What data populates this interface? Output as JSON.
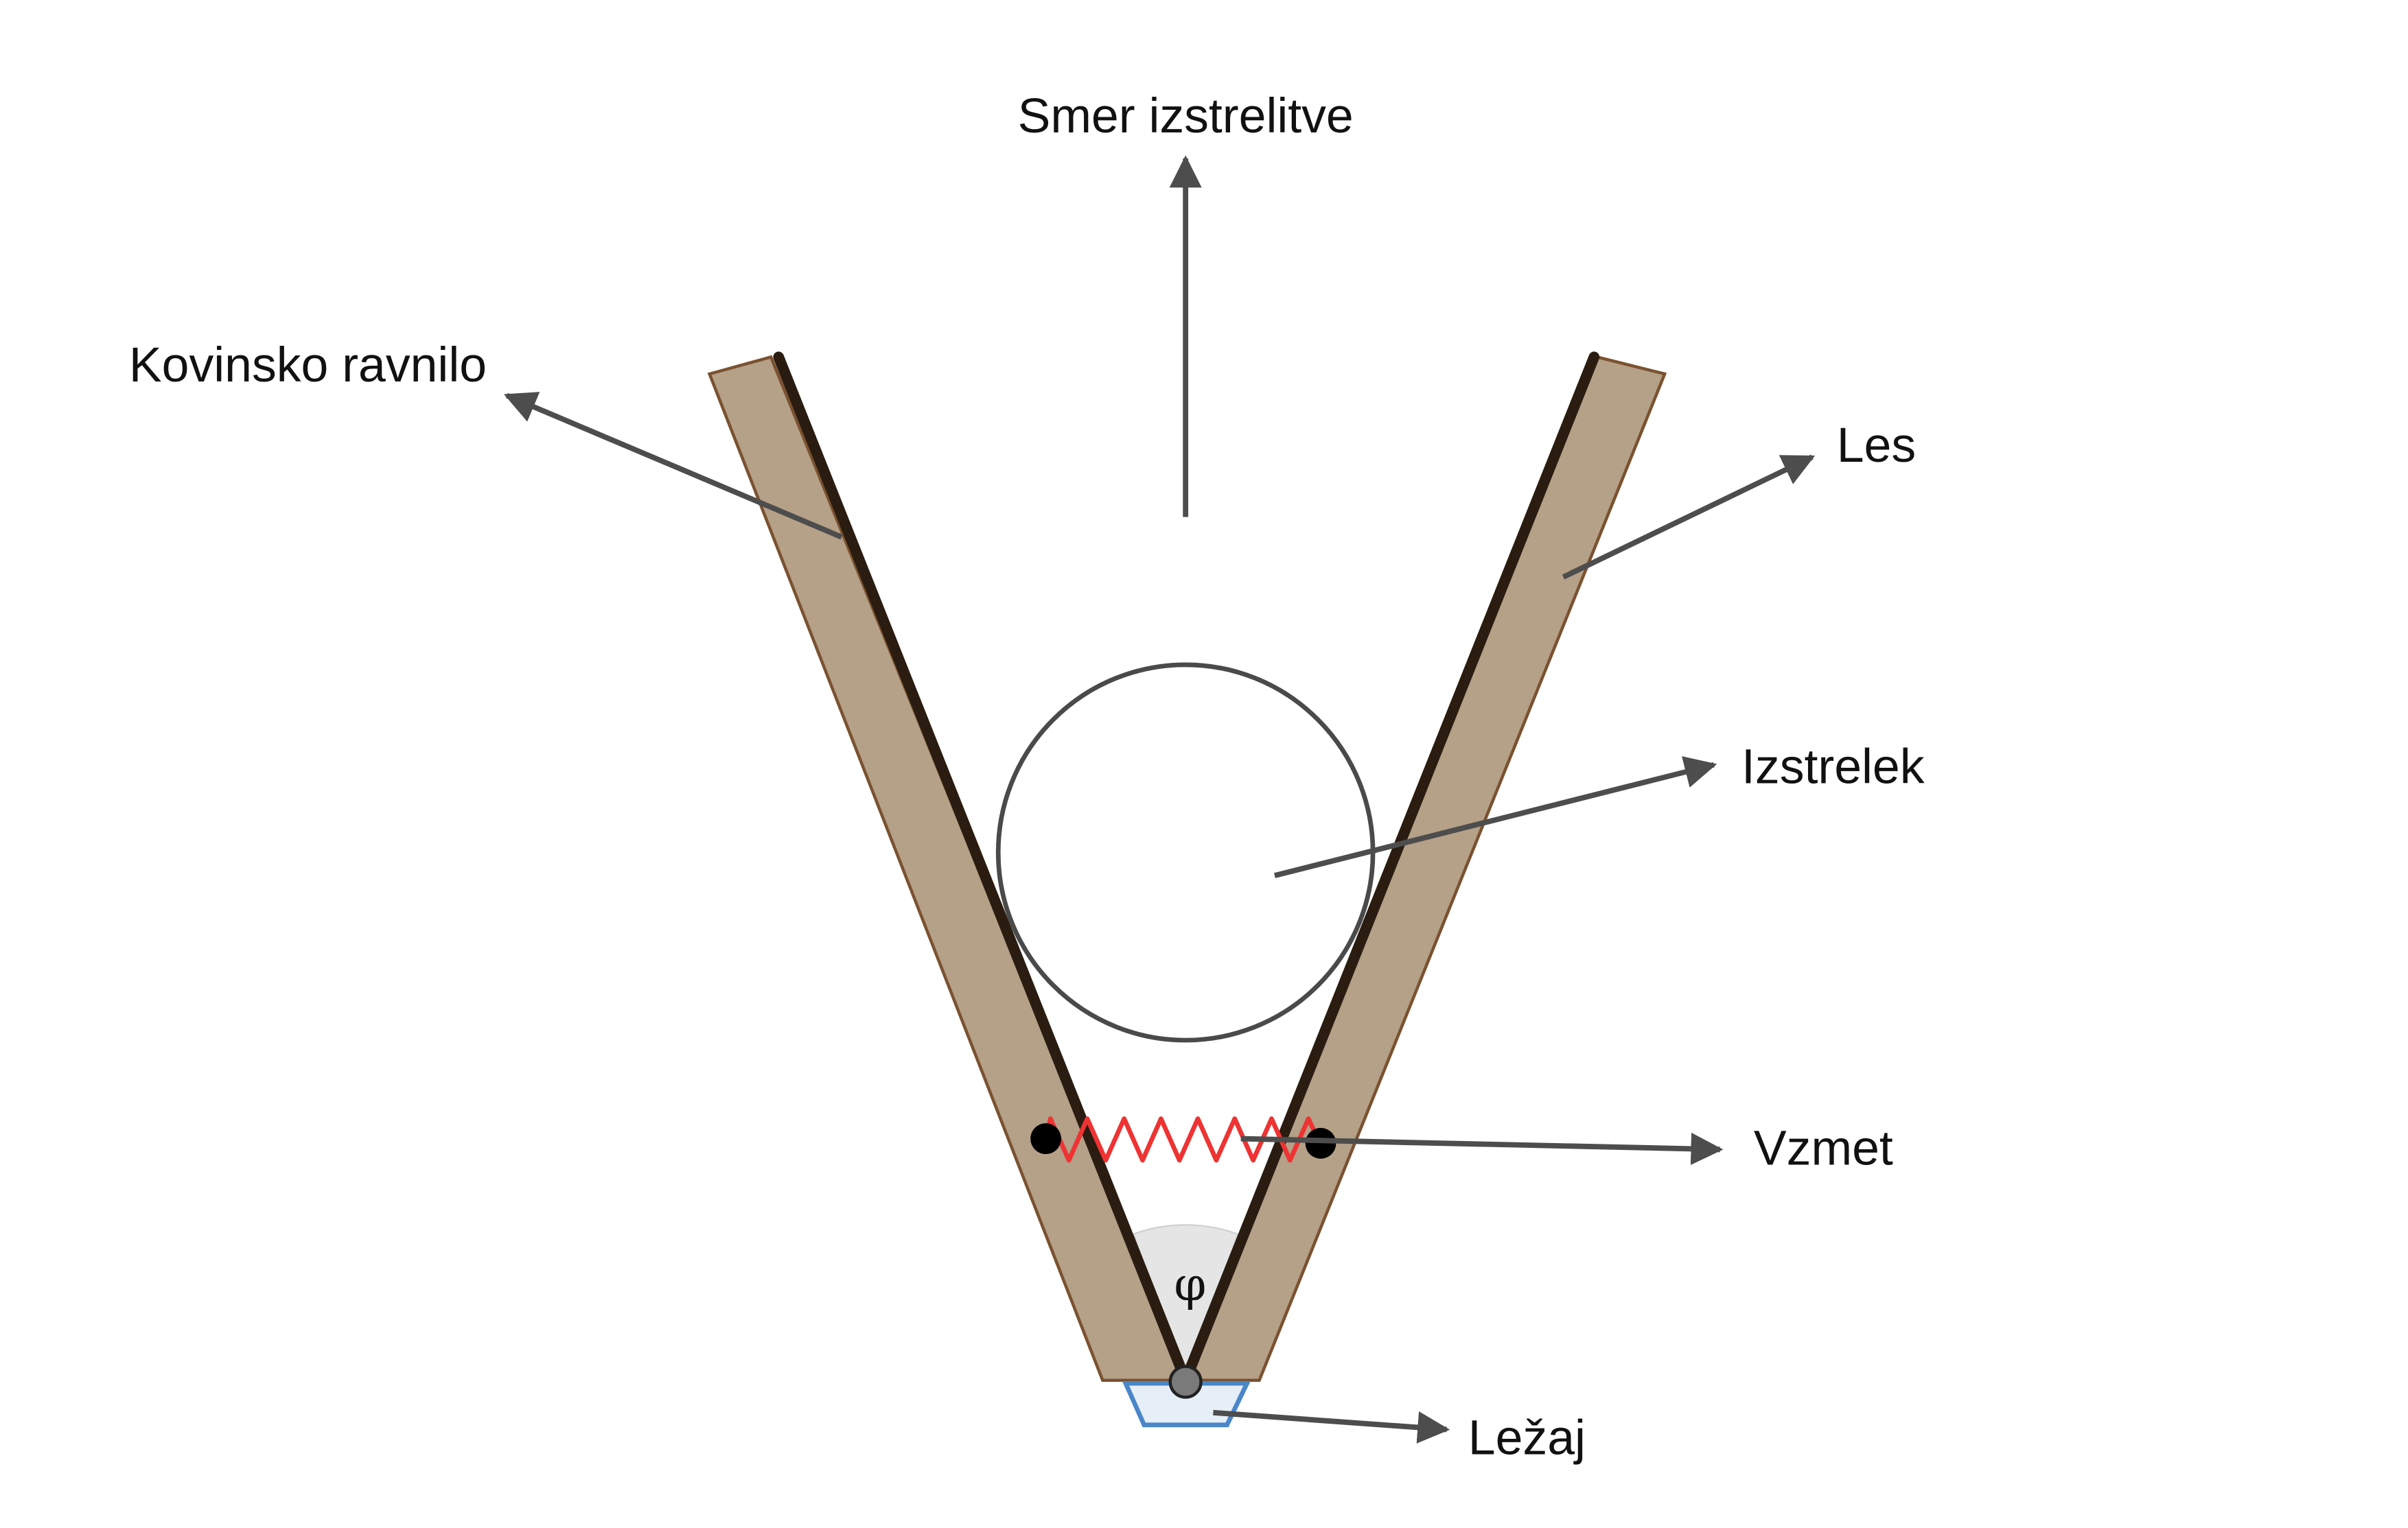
{
  "labels": {
    "launch_direction": "Smer izstrelitve",
    "metal_ruler": "Kovinsko ravnilo",
    "wood": "Les",
    "projectile": "Izstrelek",
    "spring": "Vzmet",
    "bearing": "Ležaj",
    "angle_symbol": "φ"
  },
  "colors": {
    "wood_fill": "#b5a088",
    "wood_stroke": "#7a5230",
    "metal_ruler": "#2a1c10",
    "spring": "#ee3333",
    "arrow": "#4d4d4d",
    "projectile_stroke": "#4a4a4a",
    "bearing_fill": "#e6eef8",
    "bearing_stroke": "#4a86c8",
    "angle_fill": "#e5e5e5",
    "dot": "#000000",
    "pivot": "#7a7a7a"
  }
}
